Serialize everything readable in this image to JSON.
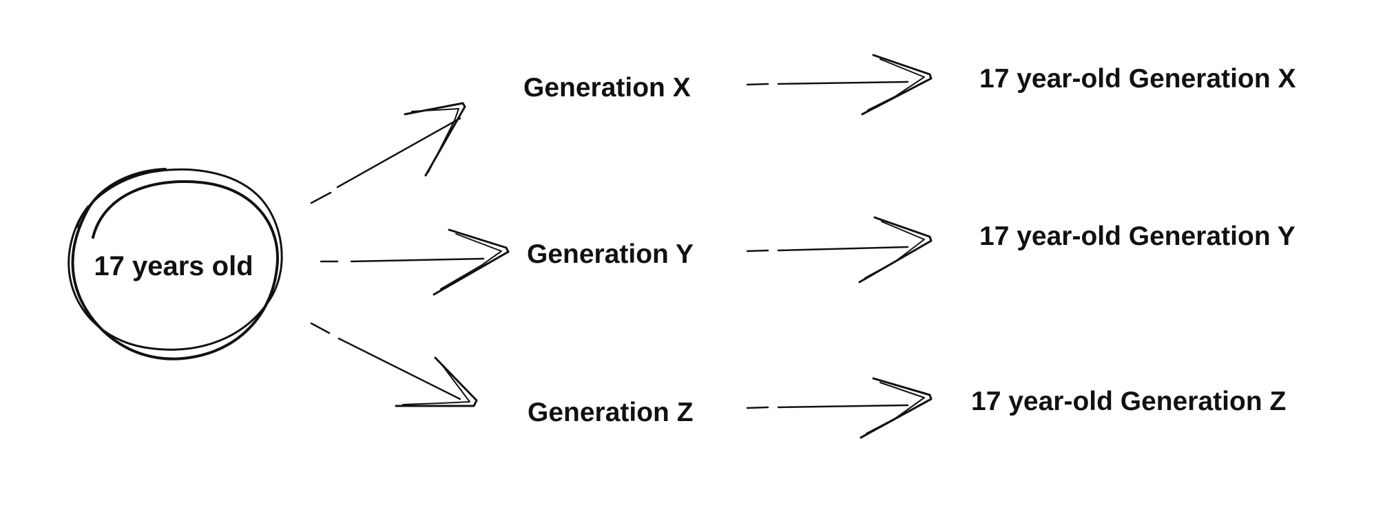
{
  "diagram": {
    "root": {
      "label": "17 years old"
    },
    "generations": [
      {
        "label": "Generation X"
      },
      {
        "label": "Generation Y"
      },
      {
        "label": "Generation Z"
      }
    ],
    "results": [
      {
        "label": "17 year-old  Generation X"
      },
      {
        "label": "17 year-old  Generation Y"
      },
      {
        "label": "17 year-old  Generation Z"
      }
    ]
  },
  "colors": {
    "ink": "#111111",
    "background": "#ffffff"
  }
}
